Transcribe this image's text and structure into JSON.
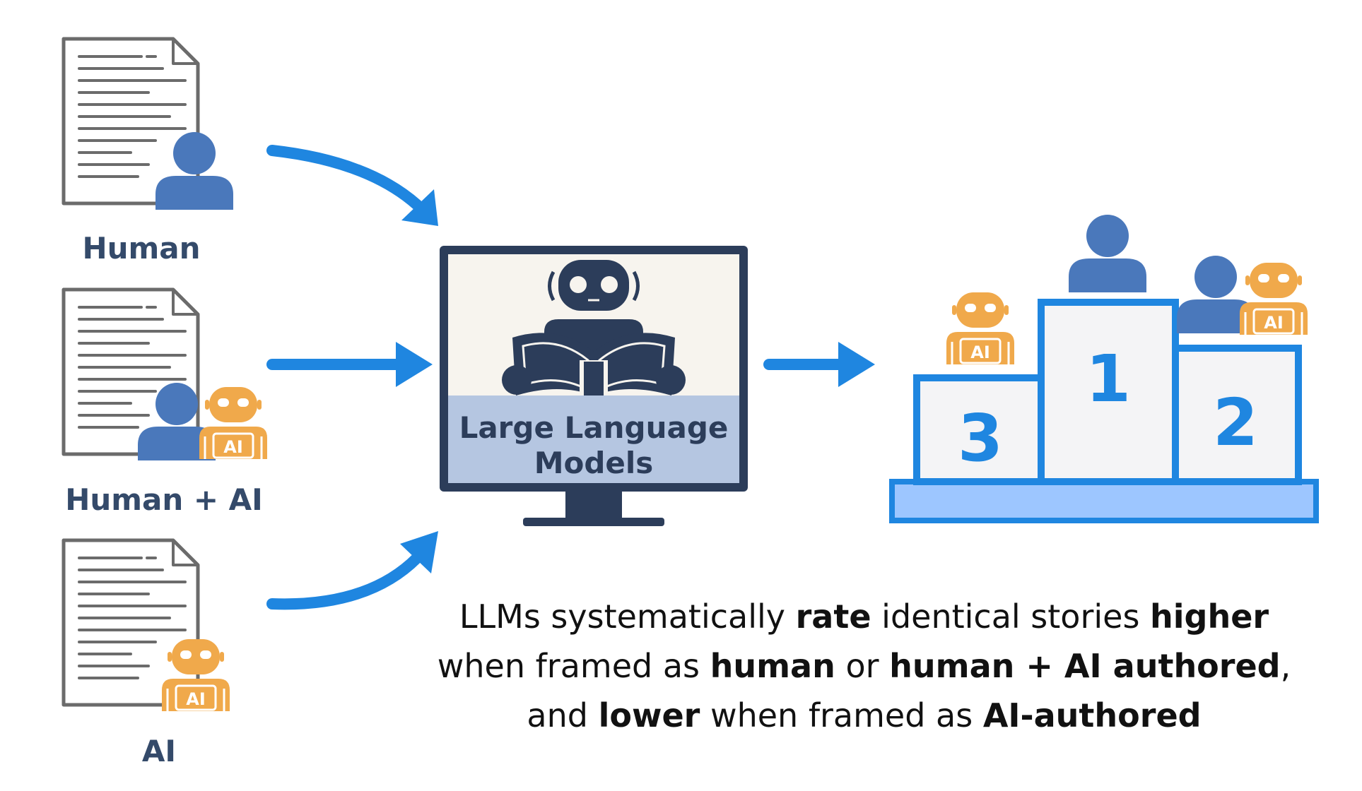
{
  "inputs": {
    "human_label": "Human",
    "human_ai_label": "Human + AI",
    "ai_label": "AI"
  },
  "badge": {
    "ai": "AI"
  },
  "llm": {
    "line1": "Large Language",
    "line2": "Models"
  },
  "podium": {
    "first": "1",
    "second": "2",
    "third": "3"
  },
  "caption": {
    "l1_a": "LLMs systematically ",
    "l1_b": "rate",
    "l1_c": " identical stories ",
    "l1_d": "higher",
    "l2_a": "when framed as ",
    "l2_b": "human",
    "l2_c": " or ",
    "l2_d": "human + AI authored",
    "l2_e": ",",
    "l3_a": "and ",
    "l3_b": "lower",
    "l3_c": " when framed as ",
    "l3_d": "AI-authored"
  },
  "colors": {
    "arrow": "#1f86e0",
    "person": "#4a78bb",
    "robot": "#f0a94b",
    "monitor": "#2c3d5a",
    "screen_bg": "#f7f4ee",
    "screen_band": "#b5c6e1",
    "podium_fill": "#f4f4f6",
    "podium_base": "#9dc6ff"
  }
}
